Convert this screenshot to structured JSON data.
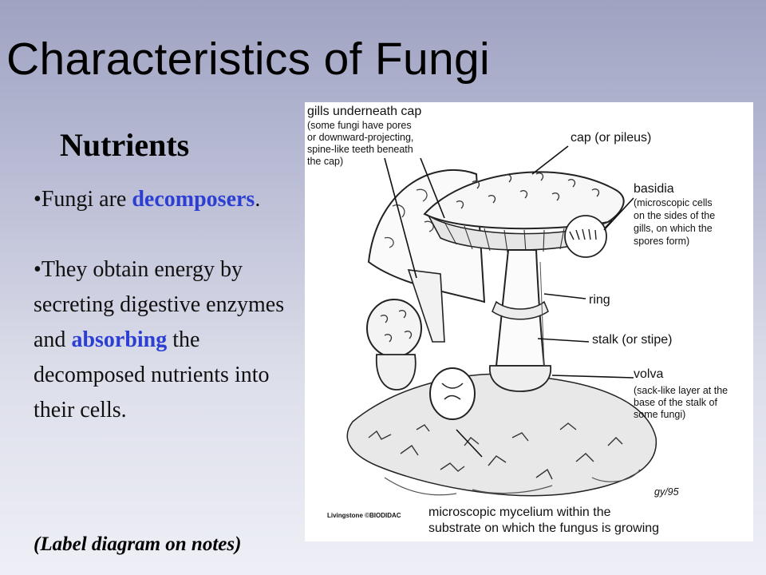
{
  "slide": {
    "title": "Characteristics of Fungi",
    "subheading": "Nutrients",
    "bullets": [
      {
        "marker": "•",
        "pre": "Fungi are ",
        "highlight": "decomposers",
        "post": "."
      },
      {
        "marker": "•",
        "pre": "They obtain energy by secreting digestive enzymes and ",
        "highlight": "absorbing",
        "post": " the decomposed nutrients into their cells."
      }
    ],
    "note": "(Label diagram on notes)",
    "highlight_color": "#2c3fd2"
  },
  "diagram": {
    "labels": {
      "gills": "gills underneath cap",
      "gills_detail": [
        "(some fungi have pores",
        "or downward-projecting,",
        "spine-like teeth beneath",
        "the cap)"
      ],
      "cap": "cap (or pileus)",
      "basidia": "basidia",
      "basidia_detail": [
        "(microscopic cells",
        "on the sides of the",
        "gills, on which the",
        "spores form)"
      ],
      "ring": "ring",
      "stalk": "stalk (or stipe)",
      "volva": "volva",
      "volva_detail": [
        "(sack-like layer at the",
        "base of the stalk of",
        "some fungi)"
      ],
      "mycelium": [
        "microscopic mycelium within the",
        "substrate on which the fungus is growing"
      ]
    },
    "credit": "Livingstone ©BIODIDAC",
    "signature": "gy/95"
  }
}
